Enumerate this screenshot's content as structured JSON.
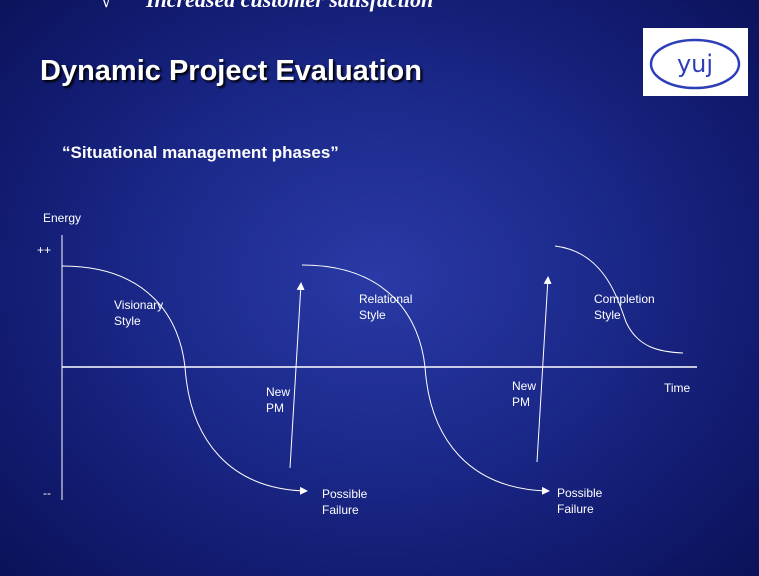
{
  "header": {
    "top_fragment_mark": "√",
    "top_fragment": "Increased customer satisfaction",
    "title": "Dynamic Project Evaluation",
    "subtitle": "“Situational management phases”",
    "logo_text": "yuj"
  },
  "diagram": {
    "y_axis_label": "Energy",
    "y_high_label": "++",
    "y_low_label": "--",
    "x_axis_label": "Time",
    "phases": [
      {
        "style_line1": "Visionary",
        "style_line2": "Style"
      },
      {
        "style_line1": "Relational",
        "style_line2": "Style"
      },
      {
        "style_line1": "Completion",
        "style_line2": "Style"
      }
    ],
    "new_pm": [
      {
        "line1": "New",
        "line2": "PM"
      },
      {
        "line1": "New",
        "line2": "PM"
      }
    ],
    "failures": [
      {
        "line1": "Possible",
        "line2": "Failure"
      },
      {
        "line1": "Possible",
        "line2": "Failure"
      }
    ]
  },
  "colors": {
    "background": "#1c2a8c",
    "foreground": "#ffffff",
    "logo_ink": "#2d3eb8"
  }
}
